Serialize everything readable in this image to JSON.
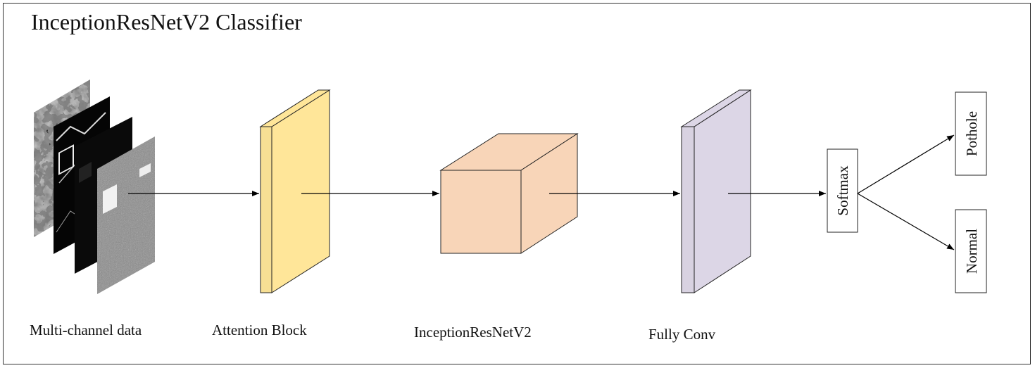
{
  "title": "InceptionResNetV2 Classifier",
  "stages": {
    "input": {
      "label": "Multi-channel data"
    },
    "attention": {
      "label": "Attention Block",
      "color": "#FFE699"
    },
    "backbone": {
      "label": "InceptionResNetV2",
      "color": "#F8D5B8"
    },
    "fc": {
      "label": "Fully Conv",
      "color": "#DCD6E6"
    },
    "softmax": {
      "label": "Softmax"
    }
  },
  "outputs": [
    {
      "label": "Pothole"
    },
    {
      "label": "Normal"
    }
  ],
  "colors": {
    "line": "#000000",
    "edge": "#222222"
  }
}
